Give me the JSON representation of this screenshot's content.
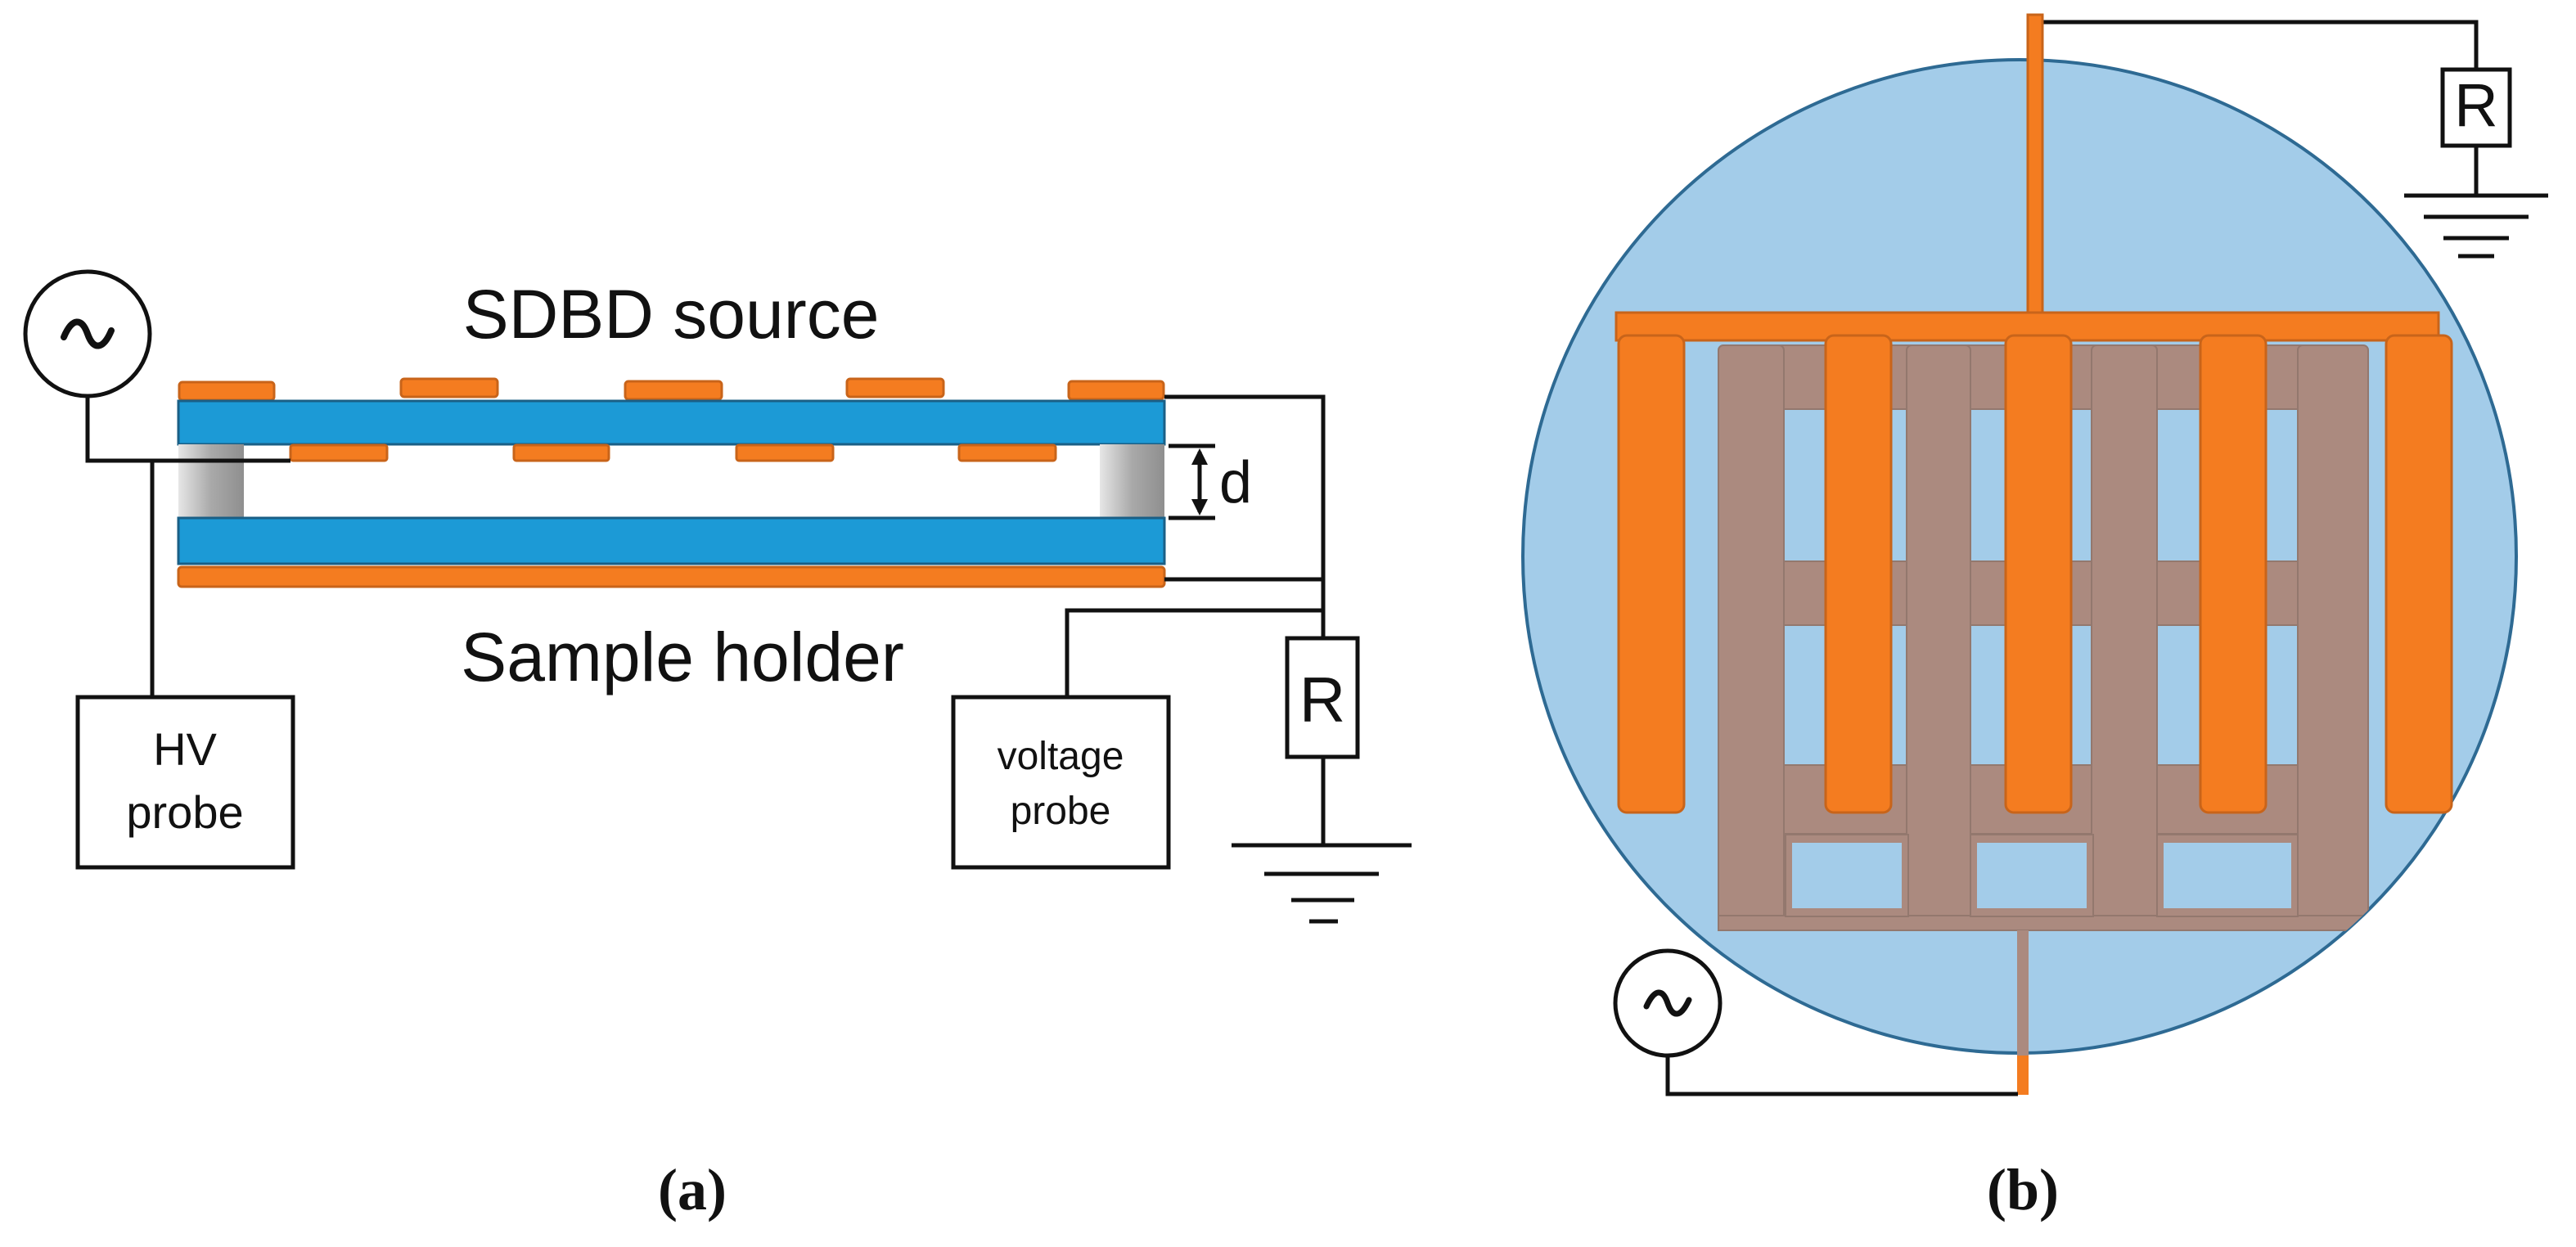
{
  "panel_a": {
    "title": "SDBD source",
    "sample_label": "Sample holder",
    "gap_label": "d",
    "source_symbol": "~",
    "hv_probe": [
      "HV",
      "probe"
    ],
    "voltage_probe": [
      "voltage",
      "probe"
    ],
    "resistor": "R",
    "caption": "(a)"
  },
  "panel_b": {
    "resistor": "R",
    "source_symbol": "~",
    "caption": "(b)"
  },
  "colors": {
    "electrode": "#f47c20",
    "dielectric": "#1c9ad6",
    "disc": "#a3cce9",
    "mesh": "#ab8a7f",
    "spacer": "#a8a8a8",
    "line": "#111111"
  },
  "icons": [
    "ac-source-icon",
    "ground-icon",
    "resistor-icon"
  ]
}
